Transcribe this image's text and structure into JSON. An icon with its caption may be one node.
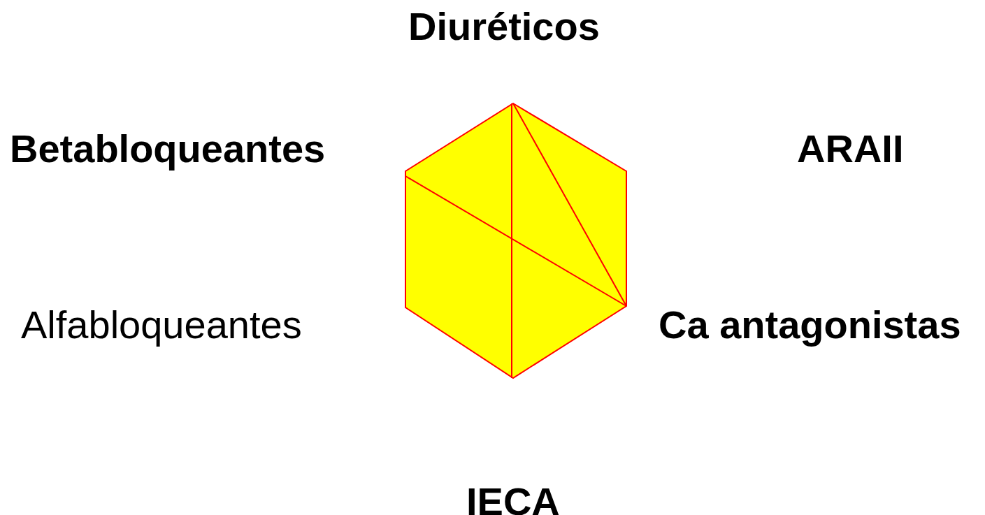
{
  "diagram": {
    "nodes": [
      {
        "text": [],
        "shape": "hexagon"
      }
    ],
    "labels": [
      "Diuréticos",
      "Betabloqueantes",
      "ARAII",
      "Alfabloqueantes",
      "Ca antagonistas",
      "IECA"
    ]
  }
}
